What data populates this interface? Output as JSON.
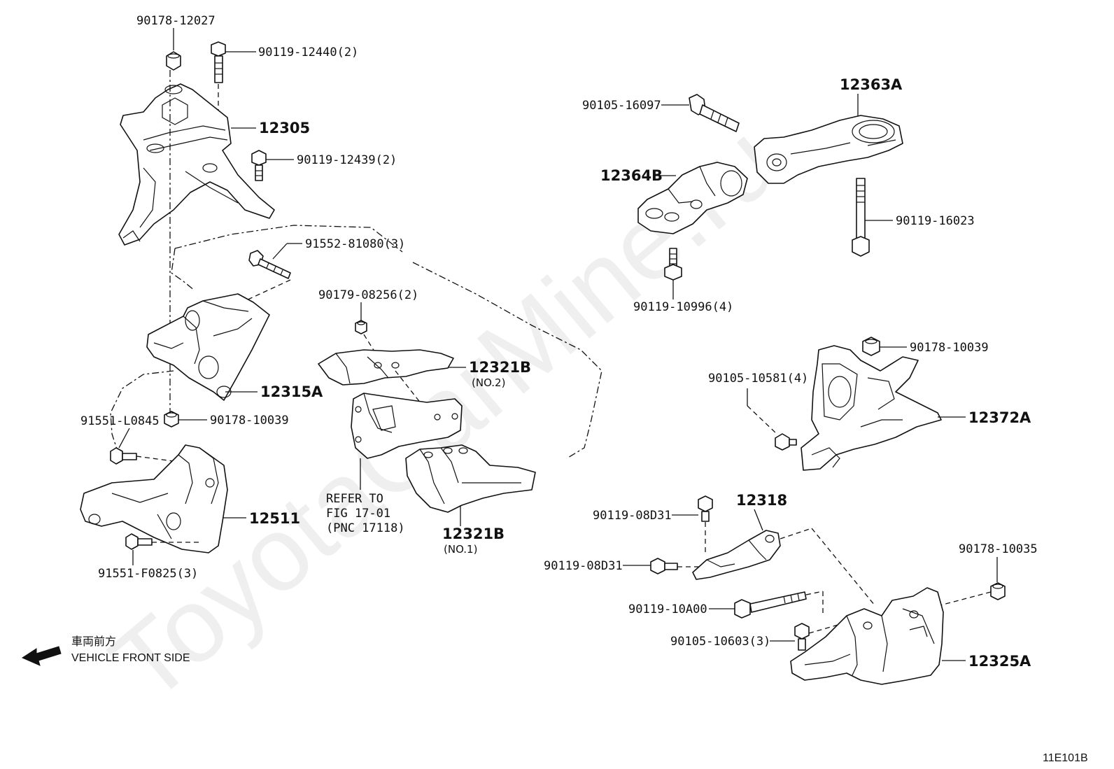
{
  "watermark": "ToyotaCarMine.ru",
  "figure_id": "11E101B",
  "direction": {
    "jp": "車両前方",
    "en": "VEHICLE FRONT SIDE"
  },
  "labels": {
    "p90178_12027": "90178-12027",
    "p90119_12440": "90119-12440(2)",
    "p12305": "12305",
    "p90119_12439": "90119-12439(2)",
    "p91552_81080": "91552-81080(3)",
    "p90179_08256": "90179-08256(2)",
    "p12321B_2": "12321B",
    "no2": "(NO.2)",
    "p12315A": "12315A",
    "p90178_10039_a": "90178-10039",
    "p91551_L0845": "91551-L0845",
    "p12511": "12511",
    "p91551_F0825": "91551-F0825(3)",
    "refer1": "REFER TO",
    "refer2": "FIG 17-01",
    "refer3": "(PNC 17118)",
    "p12321B_1": "12321B",
    "no1": "(NO.1)",
    "p90105_16097": "90105-16097",
    "p12363A": "12363A",
    "p12364B": "12364B",
    "p90119_16023": "90119-16023",
    "p90119_10996": "90119-10996(4)",
    "p90178_10039_b": "90178-10039",
    "p90105_10581": "90105-10581(4)",
    "p12372A": "12372A",
    "p90119_08D31_a": "90119-08D31",
    "p12318": "12318",
    "p90119_08D31_b": "90119-08D31",
    "p90178_10035": "90178-10035",
    "p90119_10A00": "90119-10A00",
    "p90105_10603": "90105-10603(3)",
    "p12325A": "12325A"
  }
}
